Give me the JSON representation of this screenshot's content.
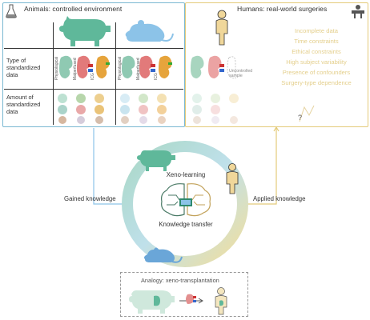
{
  "left_panel": {
    "title": "Animals: controlled environment",
    "row_type_label_1": "Type of",
    "row_type_label_2": "standardized",
    "row_type_label_3": "data",
    "row_amount_label_1": "Amount of",
    "row_amount_label_2": "standardized",
    "row_amount_label_3": "data",
    "col_labels": [
      "Physiological",
      "Malperfused",
      "ICG",
      "Physiological",
      "Malperfused",
      "ICG"
    ]
  },
  "right_panel": {
    "title": "Humans: real-world surgeries",
    "uncontrolled_label_1": "Uncontrolled",
    "uncontrolled_label_2": "sample",
    "constraints": [
      "Incomplete data",
      "Time constraints",
      "Ethical constraints",
      "High subject variability",
      "Presence of confounders",
      "Surgery-type dependence"
    ],
    "question_mark": "?"
  },
  "cycle": {
    "top_label": "Xeno-learning",
    "bottom_label": "Knowledge transfer",
    "gained_label": "Gained knowledge",
    "applied_label": "Applied knowledge"
  },
  "analogy": {
    "title": "Analogy: xeno-transplantation"
  },
  "colors": {
    "animal_teal": "#5fb89a",
    "animal_blue": "#8cc3e8",
    "human_yellow": "#f0d79a",
    "left_border": "#7ab8d2",
    "right_border": "#e4cb7a",
    "constraint_text": "#e4cf8c"
  }
}
